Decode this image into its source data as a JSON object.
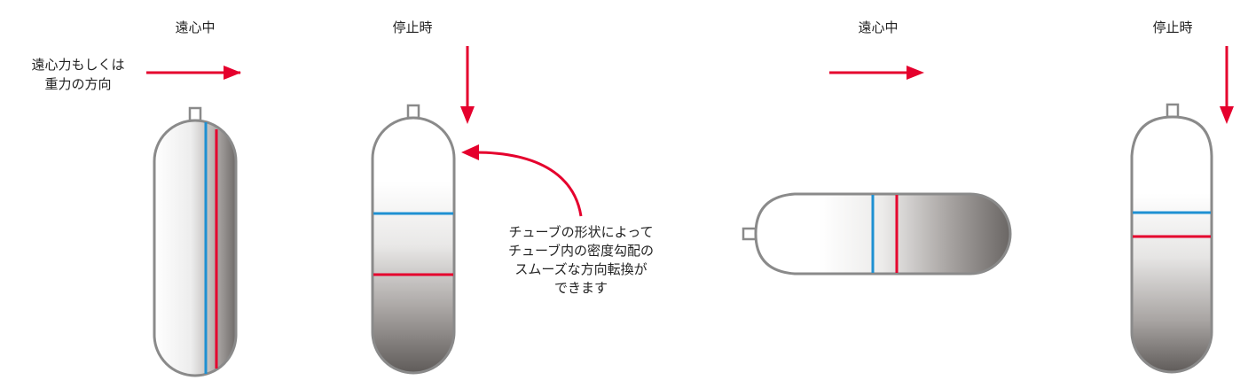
{
  "labels": {
    "panel1_state": "遠心中",
    "panel2_state": "停止時",
    "panel3_state": "遠心中",
    "panel4_state": "停止時",
    "force_direction_line1": "遠心力もしくは",
    "force_direction_line2": "重力の方向",
    "annotation_lines": [
      "チューブの形状によって",
      "チューブ内の密度勾配の",
      "スムーズな方向転換が",
      "できます"
    ]
  },
  "colors": {
    "arrow": "#e5002d",
    "layer_blue": "#1e90d2",
    "layer_red": "#e5002d",
    "outline": "#8a8a8a"
  }
}
